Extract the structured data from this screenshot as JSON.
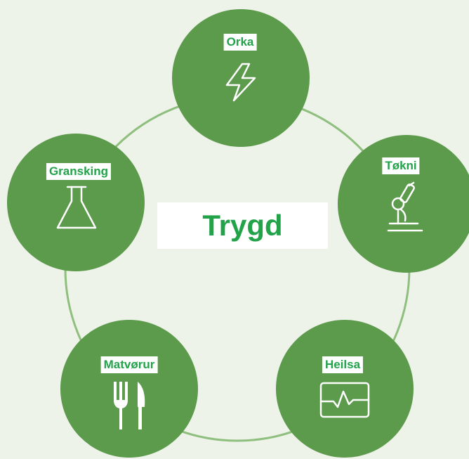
{
  "center": {
    "label": "Trygd"
  },
  "nodes": [
    {
      "label": "Orka",
      "icon": "lightning-bolt-icon"
    },
    {
      "label": "Tøkni",
      "icon": "microscope-icon"
    },
    {
      "label": "Heilsa",
      "icon": "heart-monitor-icon"
    },
    {
      "label": "Matvørur",
      "icon": "fork-and-knife-icon"
    },
    {
      "label": "Gransking",
      "icon": "flask-icon"
    }
  ],
  "colors": {
    "background": "#eef3e9",
    "circle": "#5c9a4c",
    "ring": "#8fbf7e",
    "text": "#22a34a",
    "label_bg": "#ffffff"
  }
}
